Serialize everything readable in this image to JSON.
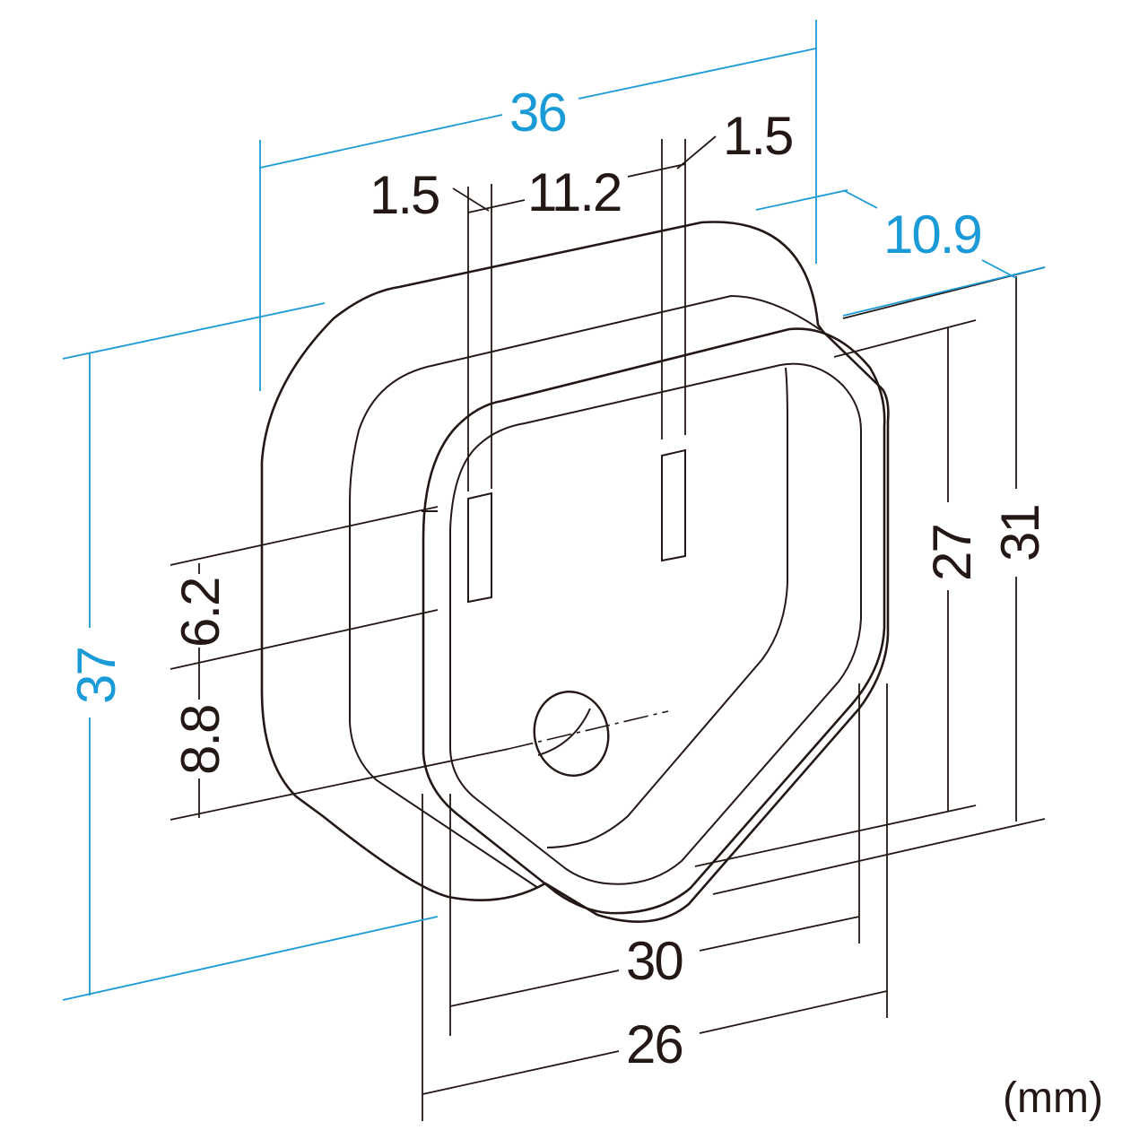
{
  "dimensions": {
    "total_width": "36",
    "depth": "10.9",
    "total_height": "37",
    "pin_left_width": "1.5",
    "pin_spacing": "11.2",
    "pin_right_width": "1.5",
    "pin_length": "6.2",
    "pin_to_ground_offset": "8.8",
    "front_height_inner": "27",
    "front_height_outer": "31",
    "front_width_inner": "30",
    "front_width_outer": "26"
  },
  "unit_label": "(mm)",
  "colors": {
    "outline": "#231815",
    "overall_dimension": "#1a9ad6"
  }
}
